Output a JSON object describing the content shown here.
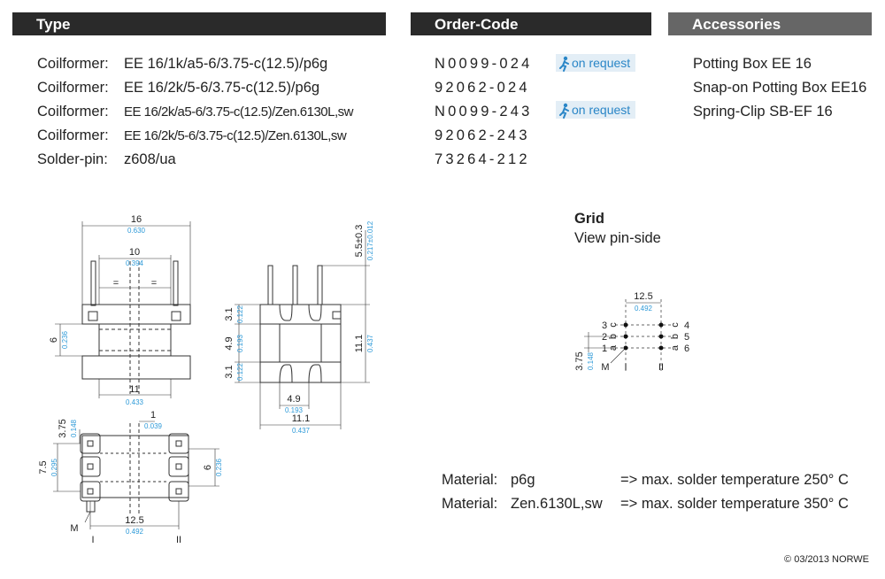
{
  "headers": {
    "type": "Type",
    "order_code": "Order-Code",
    "accessories": "Accessories"
  },
  "types": [
    {
      "label": "Coilformer:",
      "value": "EE 16/1k/a5-6/3.75-c(12.5)/p6g"
    },
    {
      "label": "Coilformer:",
      "value": "EE 16/2k/5-6/3.75-c(12.5)/p6g"
    },
    {
      "label": "Coilformer:",
      "value": "EE 16/2k/a5-6/3.75-c(12.5)/Zen.6130L,sw"
    },
    {
      "label": "Coilformer:",
      "value": "EE 16/2k/5-6/3.75-c(12.5)/Zen.6130L,sw"
    },
    {
      "label": "Solder-pin:",
      "value": "z608/ua"
    }
  ],
  "order_codes": [
    "N0099-024",
    "92062-024",
    "N0099-243",
    "92062-243",
    "73264-212"
  ],
  "on_request_label": "on request",
  "accessories": [
    "Potting Box EE 16",
    "Snap-on Potting Box EE16",
    "Spring-Clip SB-EF 16"
  ],
  "grid": {
    "title": "Grid",
    "subtitle": "View pin-side",
    "dim_top": "12.5",
    "dim_top_in": "0.492",
    "dim_side": "3.75",
    "dim_side_in": "0.148",
    "left_labels": [
      "3",
      "2",
      "1"
    ],
    "abc_left": [
      "c",
      "b",
      "a"
    ],
    "right_labels": [
      "4",
      "5",
      "6"
    ],
    "abc_right": [
      "c",
      "b",
      "a"
    ],
    "mark_m": "M",
    "mark_i": "I",
    "mark_ii": "II"
  },
  "drawings": {
    "d16": "16",
    "d16_in": "0.630",
    "d10": "10",
    "d10_in": "0.394",
    "eq": "=",
    "d6": "6",
    "d6_in": "0.236",
    "d11": "11",
    "d11_in": "0.433",
    "d55": "5.5±0.3",
    "d55_in": "0.217±0.012",
    "d31": "3.1",
    "d31_in": "0.122",
    "d49": "4.9",
    "d49_in": "0.193",
    "d111": "11.1",
    "d111_in": "0.437",
    "d375": "3.75",
    "d375_in": "0.148",
    "d1": "1",
    "d1_in": "0.039",
    "d75": "7.5",
    "d75_in": "0.295",
    "d125": "12.5",
    "d125_in": "0.492",
    "m": "M",
    "i": "I",
    "ii": "II"
  },
  "materials": [
    {
      "label": "Material:",
      "value": "p6g",
      "note": "=> max. solder temperature 250° C"
    },
    {
      "label": "Material:",
      "value": "Zen.6130L,sw",
      "note": "=> max. solder temperature 350° C"
    }
  ],
  "copyright": "© 03/2013 NORWE",
  "colors": {
    "inch": "#2e9ad8",
    "accent_badge": "#e3eef6",
    "header_dark": "#2a2a2a",
    "header_grey": "#666666"
  }
}
